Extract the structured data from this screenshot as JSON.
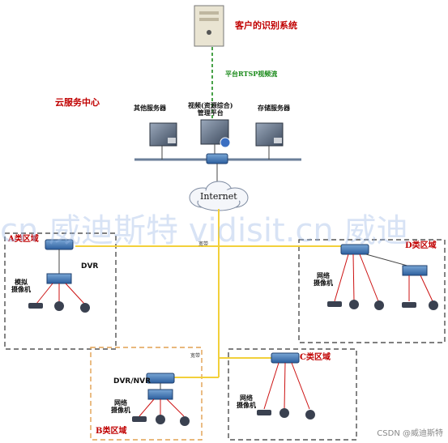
{
  "labels": {
    "client_system": "客户的识别系统",
    "rtsp_stream": "平台RTSP视频流",
    "cloud_center": "云服务中心",
    "other_servers": "其他服务器",
    "video_platform": "视频(资源综合)\n管理平台",
    "storage_servers": "存储服务器",
    "internet": "Internet",
    "zone_a": "A类区域",
    "zone_b": "B类区域",
    "zone_c": "C类区域",
    "zone_d": "D类区域",
    "dvr": "DVR",
    "dvr_nvr": "DVR/NVR",
    "analog_camera": "模拟\n摄像机",
    "network_camera": "网络\n摄像机",
    "broadband": "宽带"
  },
  "watermark": "cn 威迪斯特 vidisit.cn 威迪",
  "footer": "CSDN @威迪斯特",
  "colors": {
    "red_text": "#c00000",
    "green_link": "#1a8a1a",
    "backbone": "#f2d03a",
    "camera_link": "#cc1111",
    "zone_border": "#333333",
    "zone_b_border": "#e0a050"
  }
}
